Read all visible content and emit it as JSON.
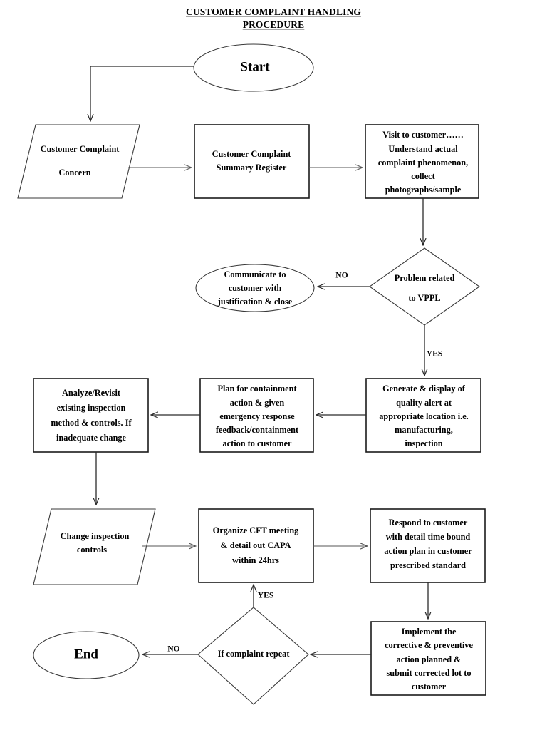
{
  "document": {
    "title_line1": "CUSTOMER COMPLAINT HANDLING",
    "title_line2": "PROCEDURE",
    "background_color": "#ffffff",
    "line_color": "#1a1a1a",
    "text_color": "#000000"
  },
  "chart_data": {
    "type": "diagram",
    "diagram_kind": "flowchart",
    "title": "CUSTOMER COMPLAINT HANDLING PROCEDURE",
    "nodes": [
      {
        "id": "start",
        "shape": "ellipse",
        "label": "Start",
        "lines": [
          "Start"
        ]
      },
      {
        "id": "customer-complaint-concern",
        "shape": "parallelogram",
        "label": "Customer Complaint Concern",
        "lines": [
          "Customer Complaint",
          "Concern"
        ]
      },
      {
        "id": "summary-register",
        "shape": "process",
        "label": "Customer Complaint Summary Register",
        "lines": [
          "Customer Complaint",
          "Summary Register"
        ]
      },
      {
        "id": "visit-to-customer",
        "shape": "process",
        "label": "Visit to customer…… Understand actual complaint phenomenon, collect photographs/sample",
        "lines": [
          "Visit to customer……",
          "Understand actual",
          "complaint phenomenon,",
          "collect",
          "photographs/sample"
        ]
      },
      {
        "id": "problem-related-vppl",
        "shape": "decision",
        "label": "Problem related to VPPL",
        "lines": [
          "Problem related",
          "to VPPL"
        ]
      },
      {
        "id": "communicate-to-customer",
        "shape": "ellipse",
        "label": "Communicate to customer with justification & close",
        "lines": [
          "Communicate to",
          "customer with",
          "justification & close"
        ]
      },
      {
        "id": "quality-alert",
        "shape": "process",
        "label": "Generate & display of quality alert at appropriate location i.e. manufacturing, inspection",
        "lines": [
          "Generate & display of",
          "quality alert at",
          "appropriate location i.e.",
          "manufacturing,",
          "inspection"
        ]
      },
      {
        "id": "plan-containment",
        "shape": "process",
        "label": "Plan for containment action & given emergency response feedback/containment action to customer",
        "lines": [
          "Plan for containment",
          "action & given",
          "emergency response",
          "feedback/containment",
          "action to customer"
        ]
      },
      {
        "id": "analyze-revisit",
        "shape": "process",
        "label": "Analyze/Revisit existing inspection method & controls. If inadequate change",
        "lines": [
          "Analyze/Revisit",
          "existing inspection",
          "method & controls. If",
          "inadequate change"
        ]
      },
      {
        "id": "change-inspection-controls",
        "shape": "parallelogram",
        "label": "Change inspection controls",
        "lines": [
          "Change inspection",
          "controls"
        ]
      },
      {
        "id": "organize-cft-meeting",
        "shape": "process",
        "label": "Organize CFT meeting & detail out CAPA within 24hrs",
        "lines": [
          "Organize CFT meeting",
          "& detail out CAPA",
          "within 24hrs"
        ]
      },
      {
        "id": "respond-to-customer",
        "shape": "process",
        "label": "Respond to customer with detail time bound action plan in customer prescribed standard",
        "lines": [
          "Respond to customer",
          "with detail time bound",
          "action plan in customer",
          "prescribed standard"
        ]
      },
      {
        "id": "implement-capa",
        "shape": "process",
        "label": "Implement the corrective & preventive action planned & submit corrected lot to customer",
        "lines": [
          "Implement the",
          "corrective & preventive",
          "action planned &",
          "submit corrected lot to",
          "customer"
        ]
      },
      {
        "id": "if-complaint-repeat",
        "shape": "decision",
        "label": "If complaint repeat",
        "lines": [
          "If complaint repeat"
        ]
      },
      {
        "id": "end",
        "shape": "ellipse",
        "label": "End",
        "lines": [
          "End"
        ]
      }
    ],
    "edges": [
      {
        "from": "start",
        "to": "customer-complaint-concern",
        "label": ""
      },
      {
        "from": "customer-complaint-concern",
        "to": "summary-register",
        "label": ""
      },
      {
        "from": "summary-register",
        "to": "visit-to-customer",
        "label": ""
      },
      {
        "from": "visit-to-customer",
        "to": "problem-related-vppl",
        "label": ""
      },
      {
        "from": "problem-related-vppl",
        "to": "communicate-to-customer",
        "label": "NO"
      },
      {
        "from": "problem-related-vppl",
        "to": "quality-alert",
        "label": "YES"
      },
      {
        "from": "quality-alert",
        "to": "plan-containment",
        "label": ""
      },
      {
        "from": "plan-containment",
        "to": "analyze-revisit",
        "label": ""
      },
      {
        "from": "analyze-revisit",
        "to": "change-inspection-controls",
        "label": ""
      },
      {
        "from": "change-inspection-controls",
        "to": "organize-cft-meeting",
        "label": ""
      },
      {
        "from": "organize-cft-meeting",
        "to": "respond-to-customer",
        "label": ""
      },
      {
        "from": "respond-to-customer",
        "to": "implement-capa",
        "label": ""
      },
      {
        "from": "implement-capa",
        "to": "if-complaint-repeat",
        "label": ""
      },
      {
        "from": "if-complaint-repeat",
        "to": "end",
        "label": "NO"
      },
      {
        "from": "if-complaint-repeat",
        "to": "organize-cft-meeting",
        "label": "YES"
      }
    ],
    "edge_labels": {
      "vppl_no": "NO",
      "vppl_yes": "YES",
      "repeat_no": "NO",
      "repeat_yes": "YES"
    }
  }
}
